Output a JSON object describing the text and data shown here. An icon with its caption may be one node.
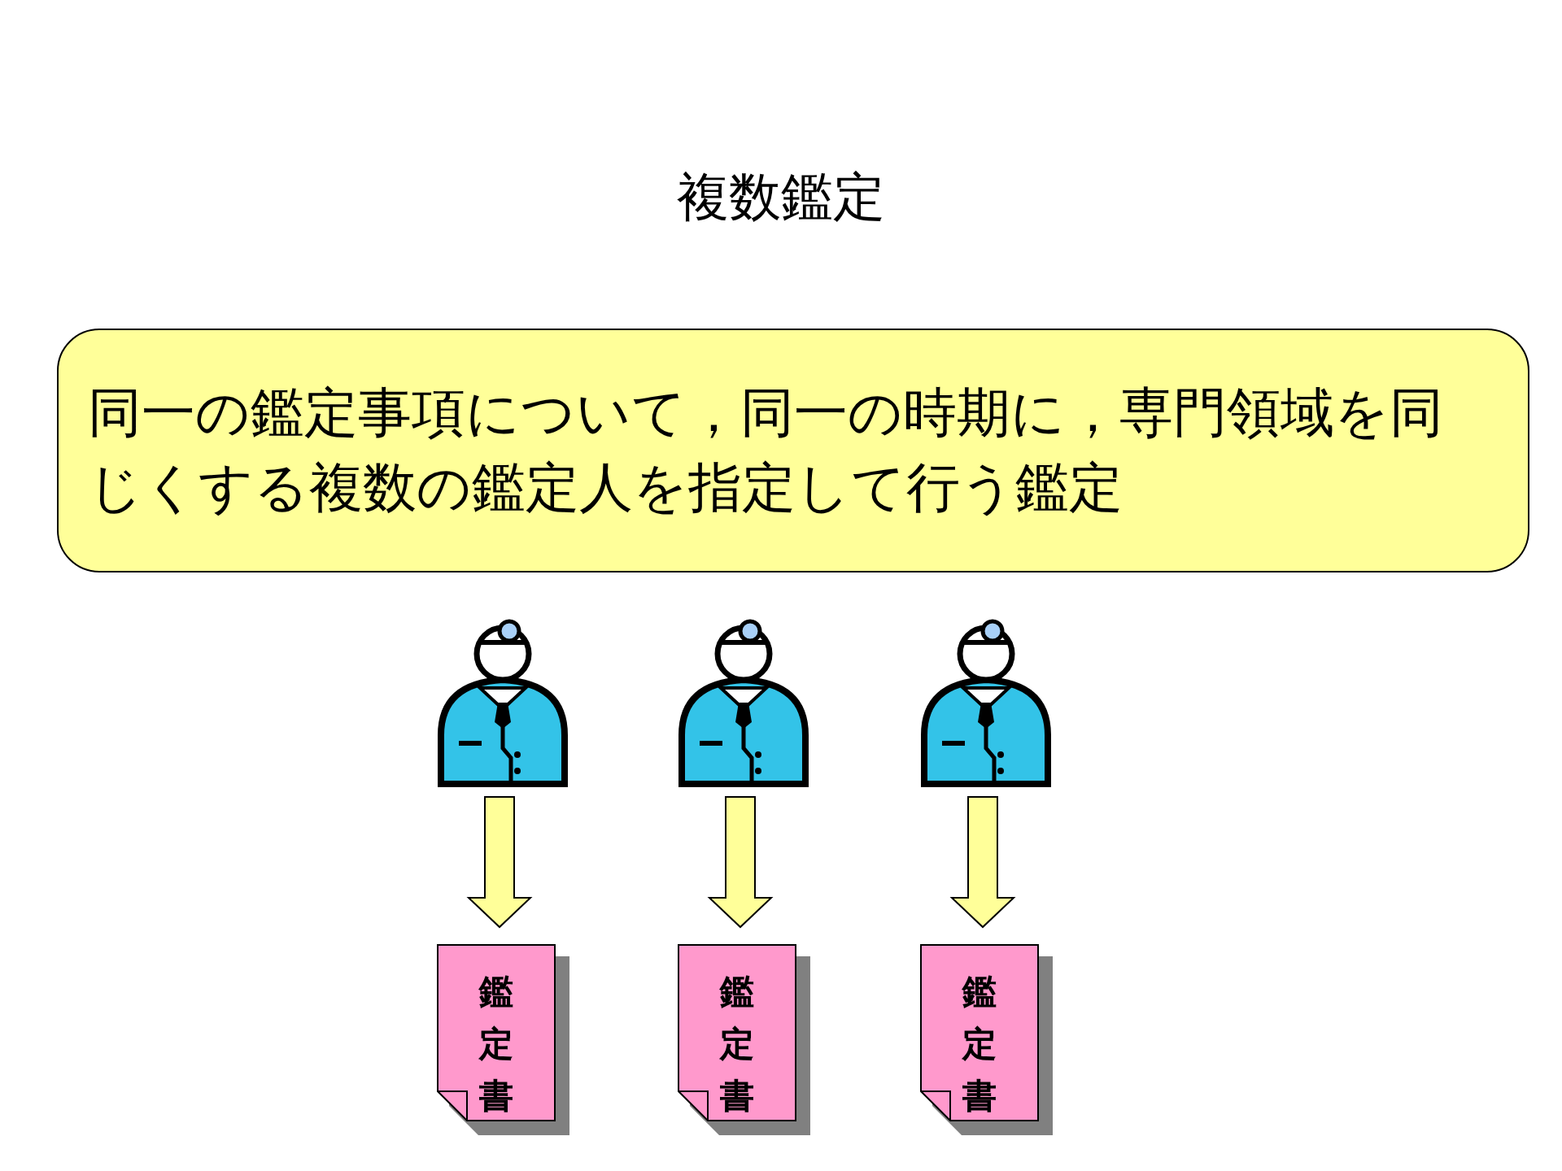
{
  "diagram": {
    "title": "複数鑑定",
    "nodes": [
      {
        "text": [
          "同一の鑑定事項について，同一の時期に，専門領域を同じくする複数の鑑定人を指定して行う鑑定"
        ]
      },
      {
        "text": [],
        "shape": "person"
      },
      {
        "text": [],
        "shape": "person"
      },
      {
        "text": [],
        "shape": "person"
      },
      {
        "text": [
          "鑑定書"
        ]
      },
      {
        "text": [
          "鑑定書"
        ]
      },
      {
        "text": [
          "鑑定書"
        ]
      }
    ],
    "edges": [
      {
        "from": 1,
        "to": 4,
        "arrow": "to"
      },
      {
        "from": 2,
        "to": 5,
        "arrow": "to"
      },
      {
        "from": 3,
        "to": 6,
        "arrow": "to"
      }
    ]
  }
}
